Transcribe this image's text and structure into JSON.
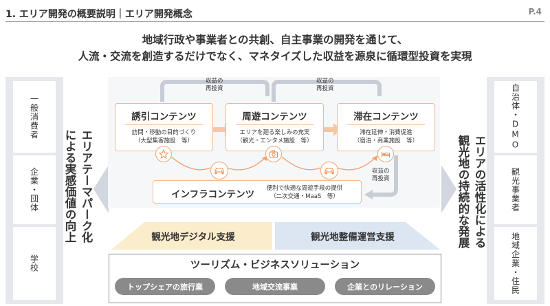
{
  "header": {
    "title": "1. エリア開発の概要説明｜エリア開発概念",
    "page": "P.4"
  },
  "lead": {
    "line1": "地域行政や事業者との共創、自主事業の開発を通じて、",
    "line2": "人流・交流を創造するだけでなく、マネタイズした収益を源泉に循環型投資を実現"
  },
  "left_panel": {
    "items": [
      "一般消費者",
      "企業・団体",
      "学校"
    ]
  },
  "left_heading": {
    "line1": "エリアテーマパーク化",
    "line2": "による実感価値の向上"
  },
  "right_panel": {
    "items": [
      "自治体・DMO",
      "観光事業者",
      "地域企業・住民"
    ]
  },
  "right_heading": {
    "line1": "エリアの活性化による",
    "line2": "観光地の持続的な発展"
  },
  "contents": [
    {
      "title": "誘引コンテンツ",
      "desc1": "訪問・移動の目的づくり",
      "desc2": "（大型集客施設　等）",
      "icon": "star-icon"
    },
    {
      "title": "周遊コンテンツ",
      "desc1": "エリアを廻る楽しみの充実",
      "desc2": "（観光・エンタメ施設　等）",
      "icon": "camera-icon"
    },
    {
      "title": "滞在コンテンツ",
      "desc1": "滞在延伸・消費促進",
      "desc2": "（宿泊・商業施設　等）",
      "icon": "bed-icon"
    }
  ],
  "revenue_labels": {
    "line1": "収益の",
    "line2": "再投資"
  },
  "infra": {
    "title": "インフラコンテンツ",
    "desc1": "便利で快適な周遊手段の提供",
    "desc2": "（二次交通・MaaS　等）"
  },
  "support": {
    "digital": "観光地デジタル支援",
    "management": "観光地整備運営支援"
  },
  "business": {
    "title": "ツーリズム・ビジネスソリューション",
    "pills": [
      "トップシェアの旅行業",
      "地域交流事業",
      "企業とのリレーション"
    ]
  },
  "colors": {
    "accent_orange": "#f0a46c",
    "support_yellow": "#fbeccb",
    "support_blue": "#dbe6f2",
    "panel_gray": "#e6e8ed"
  }
}
